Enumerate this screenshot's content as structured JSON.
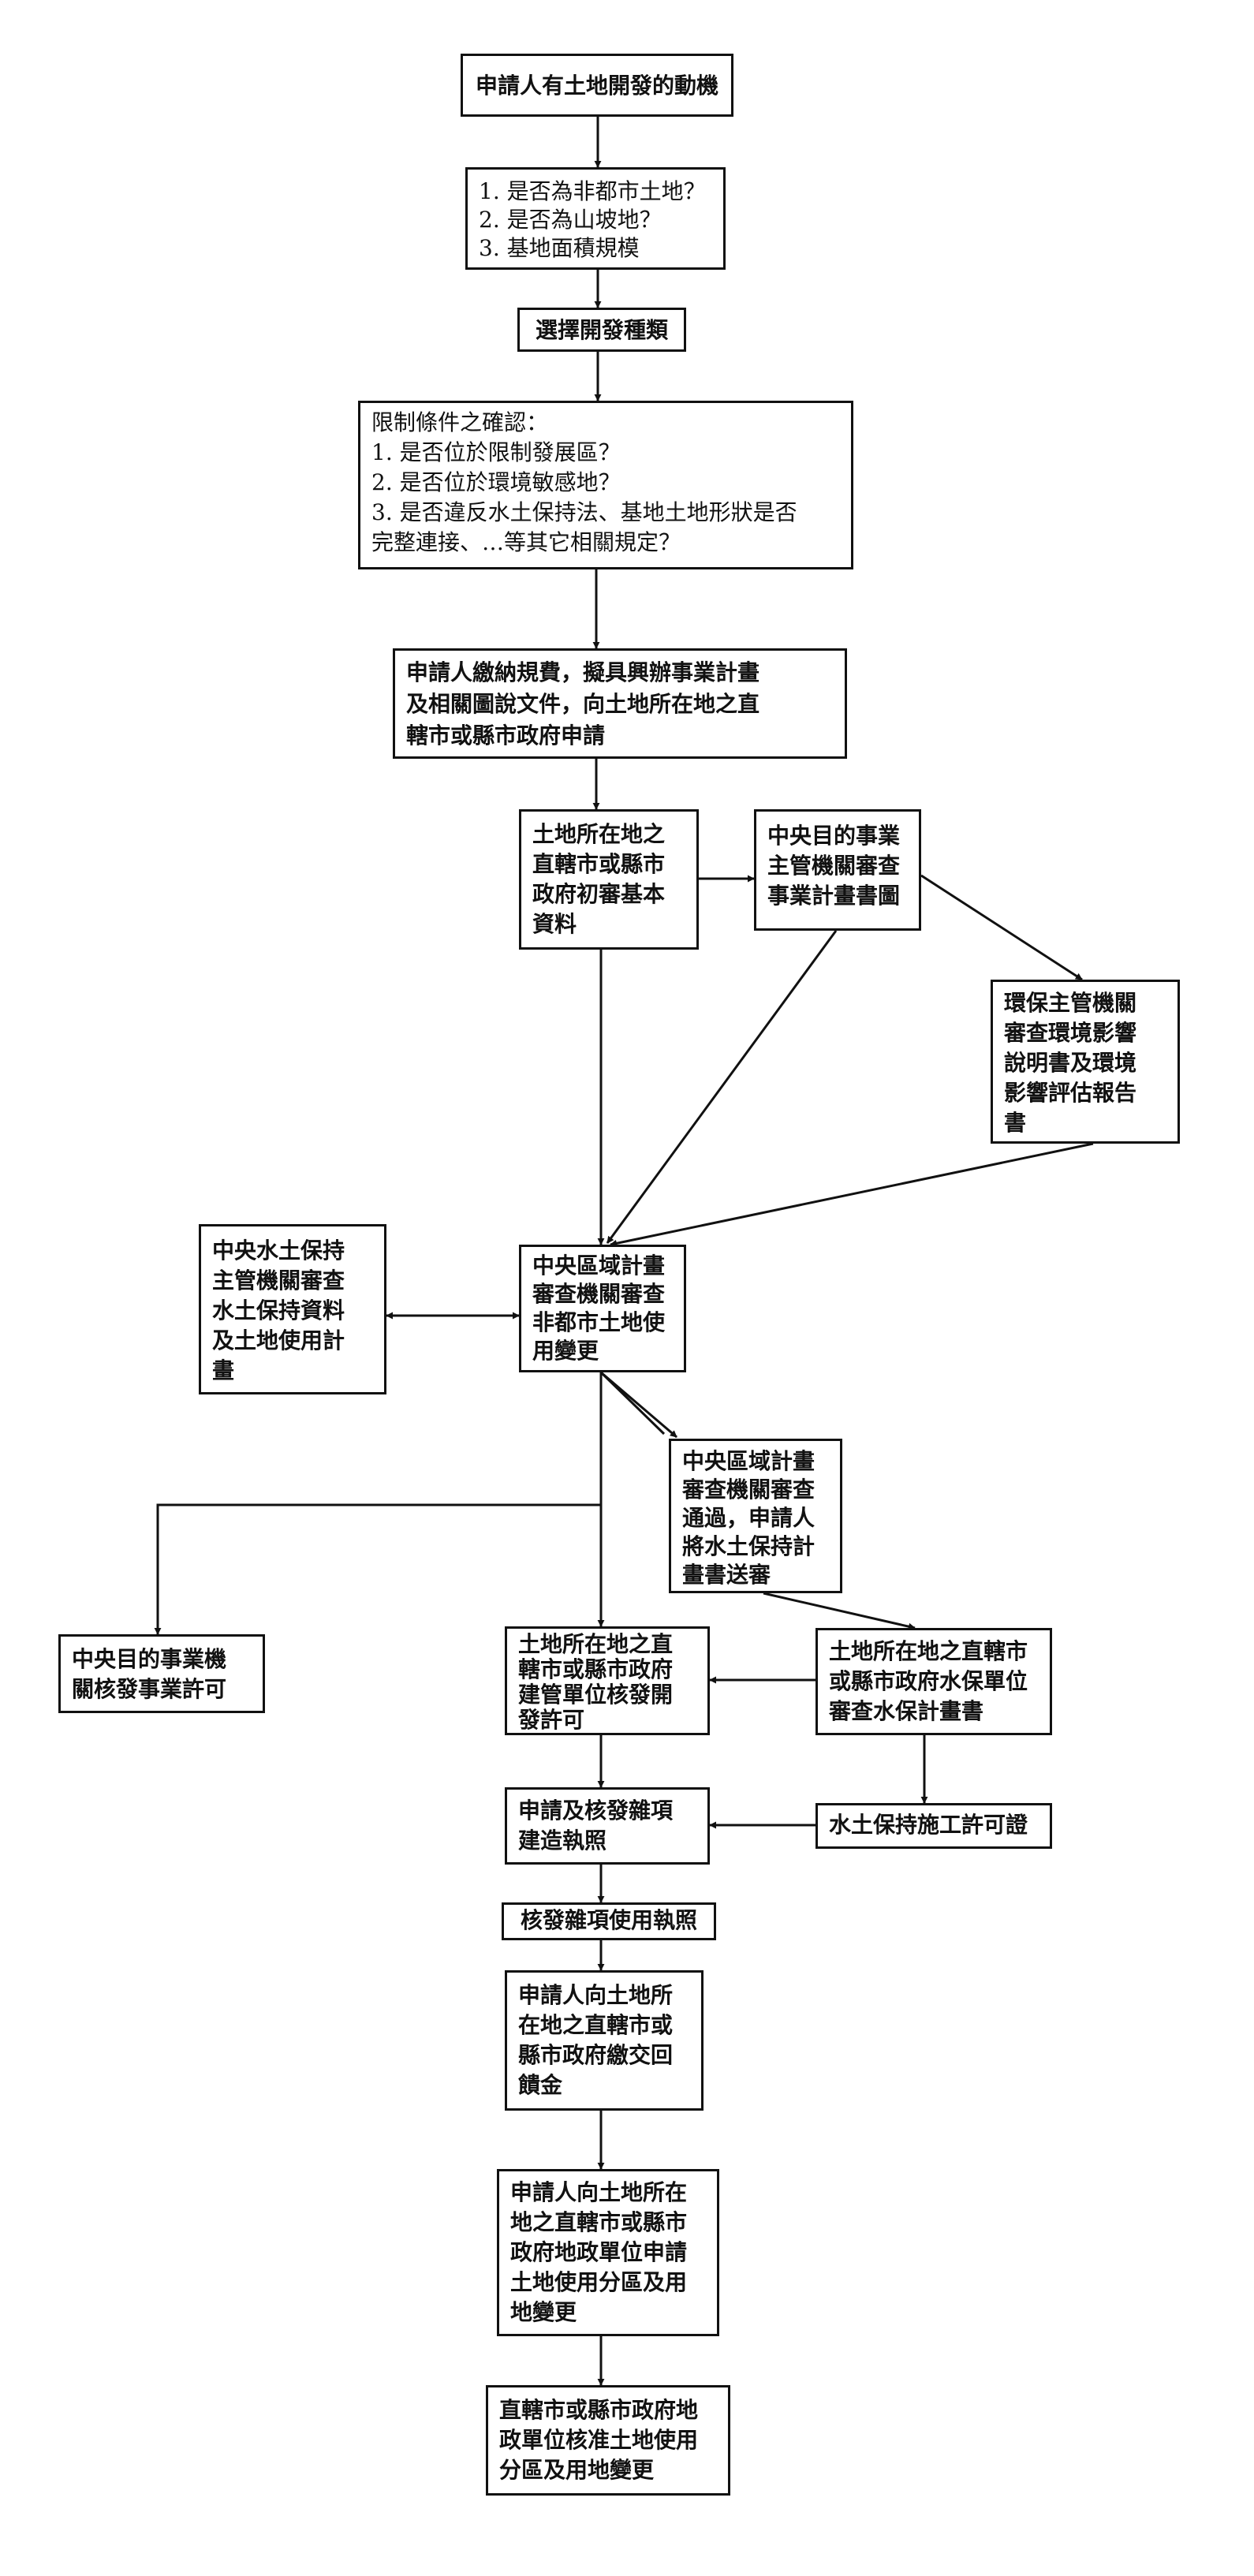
{
  "nodes": {
    "motive": [
      "申請人有土地開發的動機"
    ],
    "questions": [
      "1. 是否為非都市土地？",
      "2. 是否為山坡地？",
      "3. 基地面積規模"
    ],
    "select": [
      "選擇開發種類"
    ],
    "restrict": [
      "限制條件之確認：",
      "1. 是否位於限制發展區？",
      "2. 是否位於環境敏感地？",
      "3. 是否違反水土保持法、基地土地形狀是否",
      "完整連接、…等其它相關規定？"
    ],
    "apply": [
      "申請人繳納規費，擬具興辦事業計畫",
      "及相關圖說文件，向土地所在地之直",
      "轄市或縣市政府申請"
    ],
    "initial": [
      "土地所在地之",
      "直轄市或縣市",
      "政府初審基本",
      "資料"
    ],
    "central_review": [
      "中央目的事業",
      "主管機關審查",
      "事業計畫書圖"
    ],
    "env": [
      "環保主管機關",
      "審查環境影響",
      "說明書及環境",
      "影響評估報告",
      "書"
    ],
    "soil_central": [
      "中央水土保持",
      "主管機關審查",
      "水土保持資料",
      "及土地使用計",
      "畫"
    ],
    "regional": [
      "中央區域計畫",
      "審查機關審查",
      "非都市土地使",
      "用變更"
    ],
    "regional_pass": [
      "中央區域計畫",
      "審查機關審查",
      "通過，申請人",
      "將水土保持計",
      "畫書送審"
    ],
    "permit_central": [
      "中央目的事業機",
      "關核發事業許可"
    ],
    "dev_permit": [
      "土地所在地之直",
      "轄市或縣市政府",
      "建管單位核發開",
      "發許可"
    ],
    "soil_local": [
      "土地所在地之直轄市",
      "或縣市政府水保單位",
      "審查水保計畫書"
    ],
    "build_license": [
      "申請及核發雜項",
      "建造執照"
    ],
    "soil_license": [
      "水土保持施工許可證"
    ],
    "use_license": [
      "核發雜項使用執照"
    ],
    "deposit": [
      "申請人向土地所",
      "在地之直轄市或",
      "縣市政府繳交回",
      "饋金"
    ],
    "zoning_apply": [
      "申請人向土地所在",
      "地之直轄市或縣市",
      "政府地政單位申請",
      "土地使用分區及用",
      "地變更"
    ],
    "zoning_approve": [
      "直轄市或縣市政府地",
      "政單位核准土地使用",
      "分區及用地變更"
    ]
  }
}
